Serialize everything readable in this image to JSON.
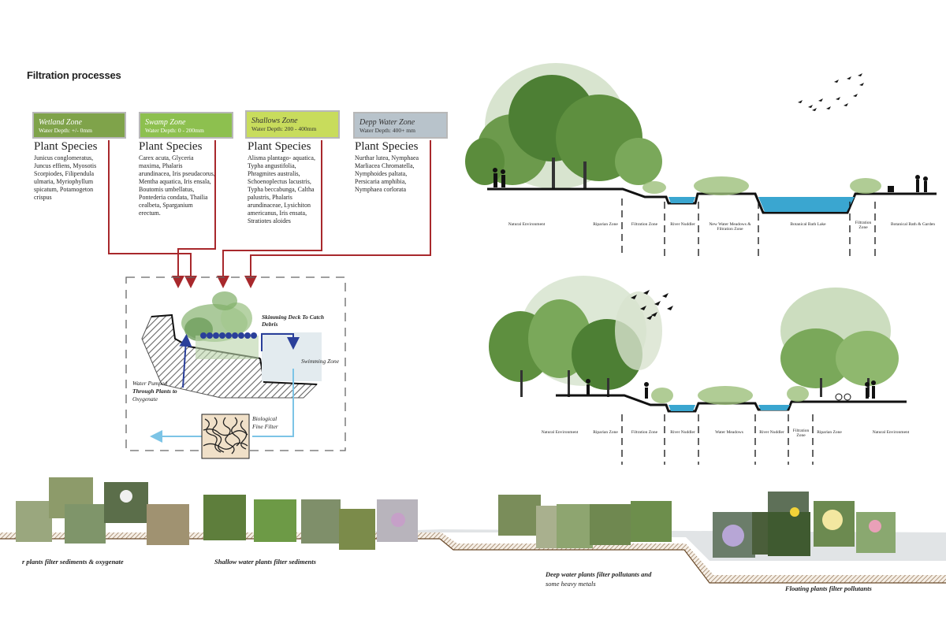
{
  "title": "Filtration processes",
  "zones": [
    {
      "name": "Wetland Zone",
      "depth": "Water Depth: +/- 0mm",
      "header": "Plant Species",
      "species": "Junicus conglomeratus, Juncus effiens, Myosotis Scorpiodes, Filipendula ulmaria, Myriophyllum spicatum, Potamogeton crispus",
      "color": "#7fa34a"
    },
    {
      "name": "Swamp Zone",
      "depth": "Water Depth: 0 - 200mm",
      "header": "Plant Species",
      "species": "Carex acuta, Glyceria maxima, Phalaris arundinacea, Iris pseudacorus, Mentha aquatica, Iris ensala, Boutomis umbellatus, Pontederia condata, Thailia cealbeta, Sparganium erectum.",
      "color": "#8dc04f"
    },
    {
      "name": "Shallows Zone",
      "depth": "Water Depth: 200 - 400mm",
      "header": "Plant Species",
      "species": "Alisma plantago- aquatica, Typha angustifolia, Phragmites australis, Schoenoplectus lacustris, Typha beccabunga, Caltha palustris, Phalaris arundinaceae, Lysichiton americanus, Iris ensata, Stratiotes aloides",
      "color": "#c8dc5c"
    },
    {
      "name": "Depp Water Zone",
      "depth": "Water Depth: 400+ mm",
      "header": "Plant Species",
      "species": "Nurthar lutea, Nymphaea Marliacea Chromatella, Nymphoides paltata, Persicaria amphibia, Nymphaea corlorata",
      "color": "#b8c3cb"
    }
  ],
  "diagram": {
    "skimming": "Skimming Deck To Catch Debris",
    "swimming": "Swimming Zone",
    "pumped_1": "Water Pumped",
    "pumped_2": "Through Plants to",
    "pumped_3": "Oxygenate",
    "bio_1": "Biological",
    "bio_2": "Fine Filter"
  },
  "section1_labels": [
    "Natural Environment",
    "Riparian Zone",
    "Filtration Zone",
    "River Nuddler",
    "New Water Meadows & Filtration Zone",
    "Botanical Bath Lake",
    "Filtration Zone",
    "Botanical Bath & Garden"
  ],
  "section2_labels": [
    "Natural Environment",
    "Riparian Zone",
    "Filtration Zone",
    "River Nuddler",
    "Water Meadows",
    "River Nuddler",
    "Filtration Zone",
    "Riparian Zone",
    "Natural Environment"
  ],
  "captions": {
    "c1": "r plants filter sediments & oxygenate",
    "c2": "Shallow water plants filter sediments",
    "c3a": "Deep water plants filter pollutants and",
    "c3b": "some heavy metals",
    "c4": "Floating plants filter pollutants"
  },
  "colors": {
    "arrow_red": "#a8282c",
    "arrow_blue": "#2a3f9a",
    "water_light": "#7cc4e6",
    "water": "#3aa6d0"
  }
}
